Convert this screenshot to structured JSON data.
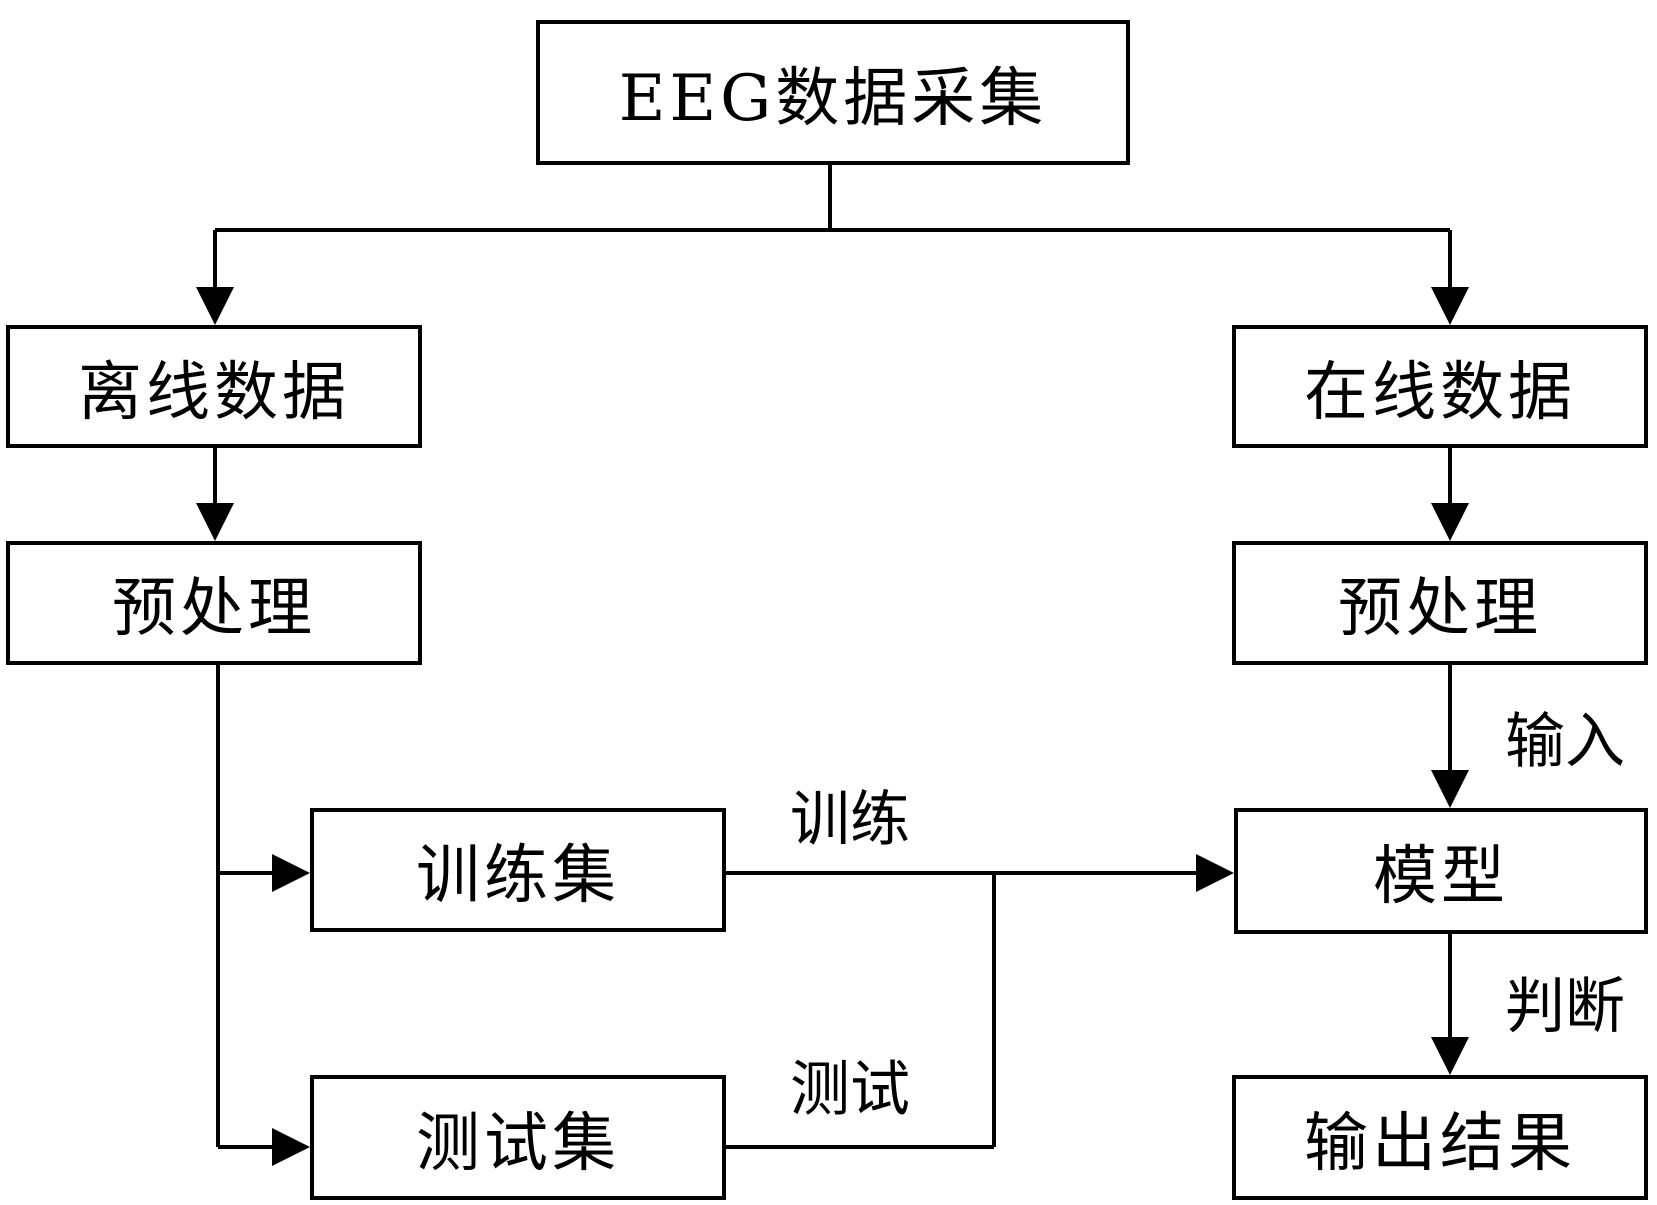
{
  "nodes": {
    "eeg_collection": "EEG数据采集",
    "offline_data": "离线数据",
    "online_data": "在线数据",
    "offline_preprocess": "预处理",
    "online_preprocess": "预处理",
    "training_set": "训练集",
    "test_set": "测试集",
    "model": "模型",
    "output_result": "输出结果"
  },
  "edge_labels": {
    "train": "训练",
    "test": "测试",
    "input": "输入",
    "judge": "判断"
  }
}
